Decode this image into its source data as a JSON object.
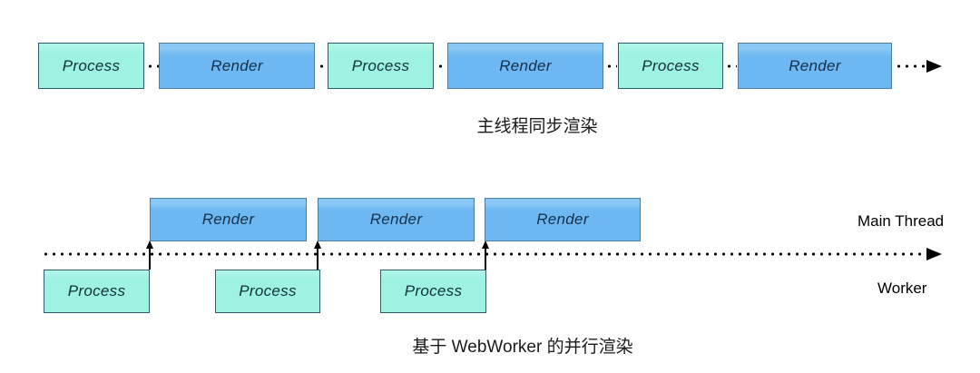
{
  "colors": {
    "process_fill": "#9df2e2",
    "process_border": "#2c5d6d",
    "render_fill": "#6db7f2",
    "render_fill_top": "#8ac8f6",
    "render_border": "#4c7da1",
    "box_text": "#14304a",
    "line": "#000000",
    "caption_text": "#1a1a1a"
  },
  "top_chart": {
    "caption": "主线程同步渲染",
    "sequence": [
      {
        "type": "process",
        "label": "Process"
      },
      {
        "type": "render",
        "label": "Render"
      },
      {
        "type": "process",
        "label": "Process"
      },
      {
        "type": "render",
        "label": "Render"
      },
      {
        "type": "process",
        "label": "Process"
      },
      {
        "type": "render",
        "label": "Render"
      }
    ]
  },
  "bottom_chart": {
    "caption": "基于 WebWorker 的并行渲染",
    "lane_labels": {
      "main_thread": "Main Thread",
      "worker": "Worker"
    },
    "render_boxes": [
      {
        "label": "Render"
      },
      {
        "label": "Render"
      },
      {
        "label": "Render"
      }
    ],
    "process_boxes": [
      {
        "label": "Process"
      },
      {
        "label": "Process"
      },
      {
        "label": "Process"
      }
    ]
  }
}
